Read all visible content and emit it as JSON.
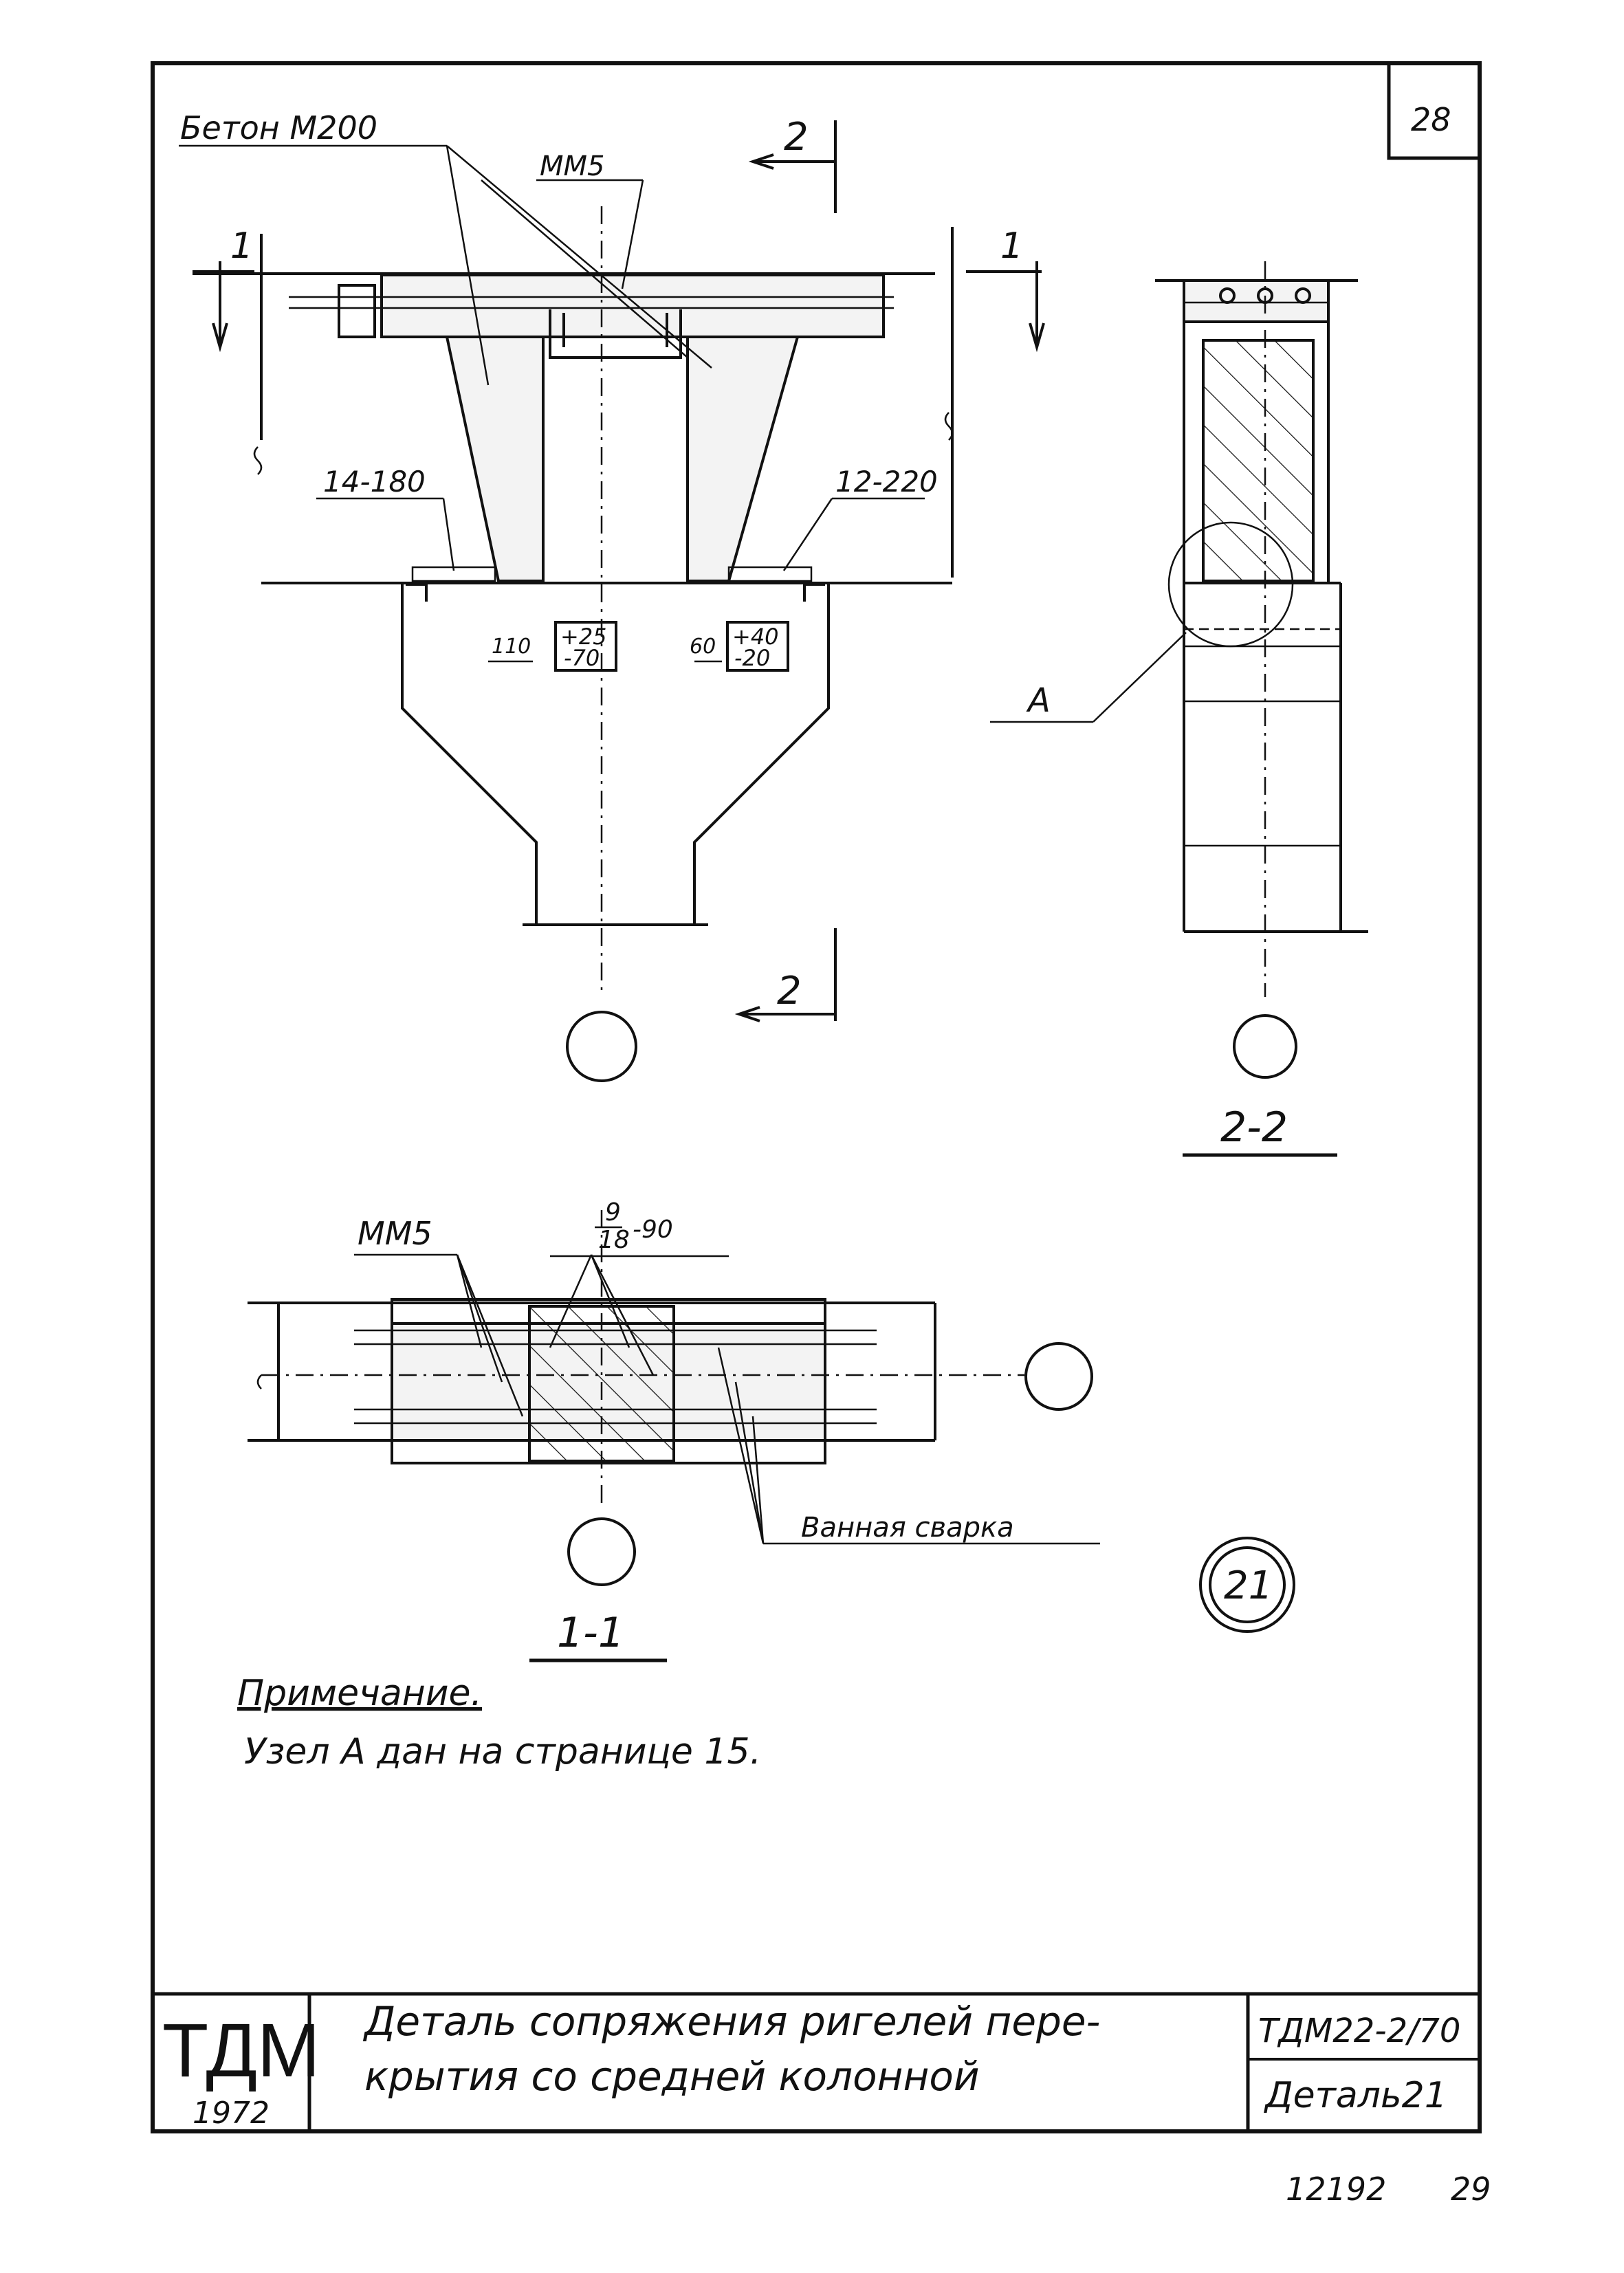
{
  "sheet_number": "28",
  "labels": {
    "concrete": "Бетон М200",
    "mm5_top": "ММ5",
    "mm5_bottom": "ММ5",
    "cut1_top_left": "1",
    "cut1_top_right": "1",
    "cut2_top": "2",
    "cut2_bottom": "2",
    "bars_left": "14-180",
    "bars_right": "12-220",
    "dim_left": "110",
    "dim_right": "60",
    "tol_left_top": "+25",
    "tol_left_bottom": "-70",
    "tol_right_top": "+40",
    "tol_right_bottom": "-20",
    "node_a": "А",
    "frac_top": "9",
    "frac_bottom": "18",
    "frac_tail": "-90",
    "weld": "Ванная сварка",
    "detail_circle": "21"
  },
  "sections": {
    "s22": "2-2",
    "s11": "1-1"
  },
  "note": {
    "title": "Примечание.",
    "text": "Узел А дан на странице 15."
  },
  "title_block": {
    "org": "ТДМ",
    "year": "1972",
    "title_line1": "Деталь сопряжения ригелей пере-",
    "title_line2": "крытия со средней колонной",
    "code": "ТДМ22-2/70",
    "detail": "Деталь21"
  },
  "footer": {
    "inventory": "12192",
    "page": "29"
  }
}
